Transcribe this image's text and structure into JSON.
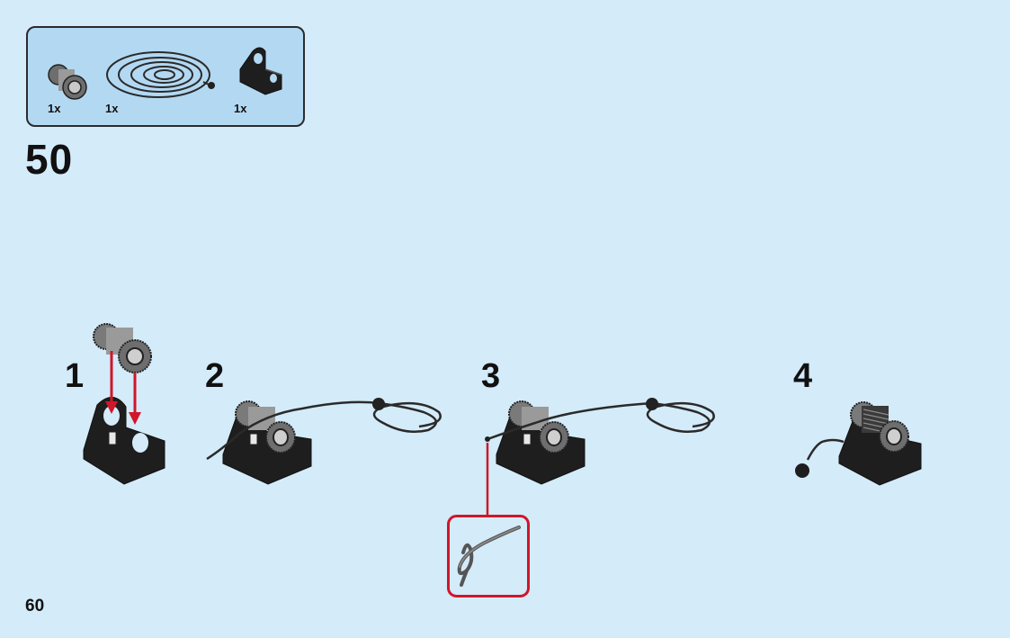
{
  "parts_list": {
    "items": [
      {
        "icon": "winch-drum-icon",
        "quantity": "1x"
      },
      {
        "icon": "string-coil-icon",
        "quantity": "1x"
      },
      {
        "icon": "axle-bracket-icon",
        "quantity": "1x"
      }
    ]
  },
  "step": {
    "number": "50"
  },
  "substeps": [
    {
      "label": "1"
    },
    {
      "label": "2"
    },
    {
      "label": "3"
    },
    {
      "label": "4"
    }
  ],
  "callout": {
    "icon": "knot-icon"
  },
  "page": {
    "number": "60"
  },
  "colors": {
    "background": "#d4ebf9",
    "parts_box": "#b3d8f2",
    "arrow_red": "#d0162b",
    "part_black": "#1e1e1e",
    "drum_gray": "#8f8f8f"
  }
}
